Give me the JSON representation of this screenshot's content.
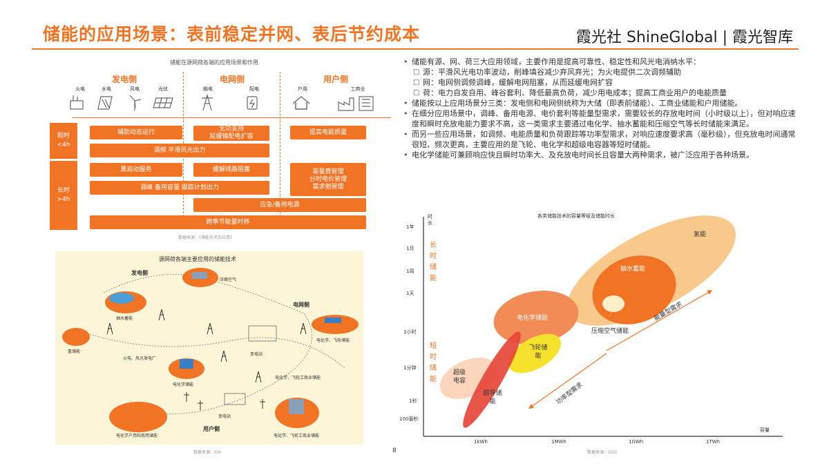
{
  "title": "储能的应用场景：表前稳定并网、表后节约成本",
  "brand": "霞光社 ShineGlobal | 霞光智库",
  "page_number": "8",
  "left_top": {
    "caption": "储能在源网荷各端的应用场景和作用",
    "categories": [
      "发电侧",
      "电网侧",
      "用户侧"
    ],
    "icons": [
      "火电",
      "水电",
      "风电",
      "光伏",
      "输电",
      "配电",
      "户用",
      "工商业"
    ],
    "short_label": "短时\n<4h",
    "long_label": "长时\n>4h",
    "bars": {
      "b1": "辅助动态运行",
      "b2": "无功支持\n延缓输配电扩容",
      "b3": "提高电能质量",
      "b4": "调频    平滑风光出力",
      "b5": "黑启动服务",
      "b6": "缓解线路阻塞",
      "b7": "容量费管理\n分时电价管理\n需求侧管理",
      "b8": "调峰    备用容量    跟踪计划出力",
      "b9": "应急/备用电源",
      "b10": "跨季节能量时移"
    },
    "source": "数据来源：《储能技术及应用》"
  },
  "left_bottom": {
    "caption": "源网荷各端主要应用的储能技术",
    "headings": [
      "发电侧",
      "电网侧",
      "用户侧"
    ],
    "labels": {
      "l1": "压缩空气",
      "l2": "抽水蓄能",
      "l3": "氢储能",
      "l4": "火电、风光发电厂",
      "l5": "电化学储能",
      "l6": "变电站",
      "l7": "电化学、飞轮储能",
      "l8": "电化学、飞轮工商业储能",
      "l9": "变电站",
      "l10": "电化学户用和商用储能",
      "l11": "电化学、飞轮工商业储能"
    },
    "source": "数据来源：EIA"
  },
  "bullets": [
    {
      "type": "main",
      "text": "储能有源、网、荷三大应用领域，主要作用是提高可靠性、稳定性和风光电消纳水平："
    },
    {
      "type": "sub",
      "text": "源：平滑风光电功率波动，削峰填谷减少弃风弃光；为火电提供二次调频辅助"
    },
    {
      "type": "sub",
      "text": "网：电网侧调频调峰，缓解电网阻塞，从而延缓电网扩容"
    },
    {
      "type": "sub",
      "text": "荷：电力自发自用、峰谷套利、降低最高负荷，减少用电成本；提高工商业用户的电能质量"
    },
    {
      "type": "main",
      "text": "储能按以上应用场景分三类：发电侧和电网侧统称为大储（即表前储能）、工商业储能和户用储能。"
    },
    {
      "type": "main",
      "text": "在细分应用场景中，调峰、备用电源、电价套利等能量型需求，需要较长的存放电时间（小时级以上），但对响应速度和瞬时充放电能力要求不高，这一类需求主要通过电化学、抽水蓄能和压缩空气等长时储能来满足。"
    },
    {
      "type": "main",
      "text": "而另一些应用场景，如调频、电能质量和负荷跟踪等功率型需求，对响应速度要求高（毫秒级），但充放电时间通常很短、频次更高，主要应用的是飞轮、电化学和超级电容器等短时储能。"
    },
    {
      "type": "main",
      "text": "电化学储能可兼顾响应快且瞬时功率大、及充放电时间长且容量大两种需求，被广泛应用于各种场景。"
    }
  ],
  "chart": {
    "title": "各类储能技术的容量等级及储能时长",
    "y_axis_label": "时长",
    "x_axis_label": "容量",
    "y_ticks": [
      "1年",
      "1月",
      "1周",
      "1天",
      "1小时",
      "1分钟",
      "1秒",
      "100毫秒"
    ],
    "x_ticks": [
      "1kWh",
      "1MWh",
      "1GWh",
      "1TWh"
    ],
    "long_label": "长时储能",
    "short_label": "短时储能",
    "energy_arrow": "能量型需求",
    "power_arrow": "功率型需求",
    "source": "数据来源：GGII",
    "colors": {
      "orange": "#f07424",
      "light": "#f8c98a",
      "yellow": "#f6e22c",
      "red": "#e6463a",
      "pale": "#fdf0c8"
    }
  },
  "chart_data": {
    "type": "scatter",
    "title": "各类储能技术的容量等级及储能时长",
    "xlabel": "容量",
    "ylabel": "时长",
    "x_categories": [
      "1kWh",
      "1MWh",
      "1GWh",
      "1TWh"
    ],
    "y_categories": [
      "100毫秒",
      "1秒",
      "1分钟",
      "1小时",
      "1天",
      "1周",
      "1月",
      "1年"
    ],
    "series": [
      {
        "name": "氢能"
      },
      {
        "name": "抽水蓄能"
      },
      {
        "name": "压缩空气储能"
      },
      {
        "name": "电化学储能"
      },
      {
        "name": "飞轮储能"
      },
      {
        "name": "超级电容"
      },
      {
        "name": "超导储能"
      }
    ]
  }
}
